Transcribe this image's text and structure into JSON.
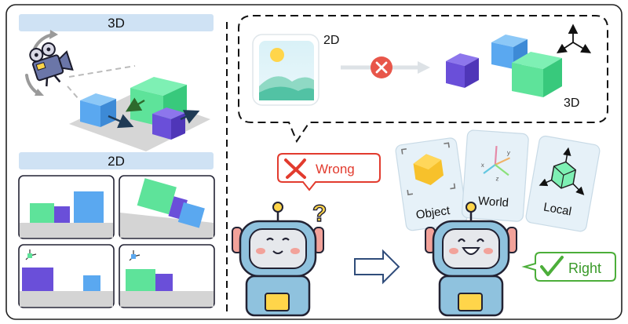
{
  "left_panel": {
    "top_section": {
      "header": "3D"
    },
    "bottom_section": {
      "header": "2D"
    }
  },
  "right_panel": {
    "bubble": {
      "label_2d": "2D",
      "label_3d": "3D"
    },
    "wrong_callout": {
      "label": "Wrong"
    },
    "right_callout": {
      "label": "Right"
    },
    "cards": [
      {
        "label": "Object"
      },
      {
        "label": "World"
      },
      {
        "label": "Local"
      }
    ]
  },
  "colors": {
    "green": "#5ee39a",
    "purple": "#6a4fd9",
    "blue": "#5aa8f0",
    "header_bar": "#cfe2f4",
    "wrong_red": "#e23b2e",
    "right_green": "#4cae3a",
    "robot_body": "#8fc2de",
    "robot_face": "#e6e8ec"
  }
}
